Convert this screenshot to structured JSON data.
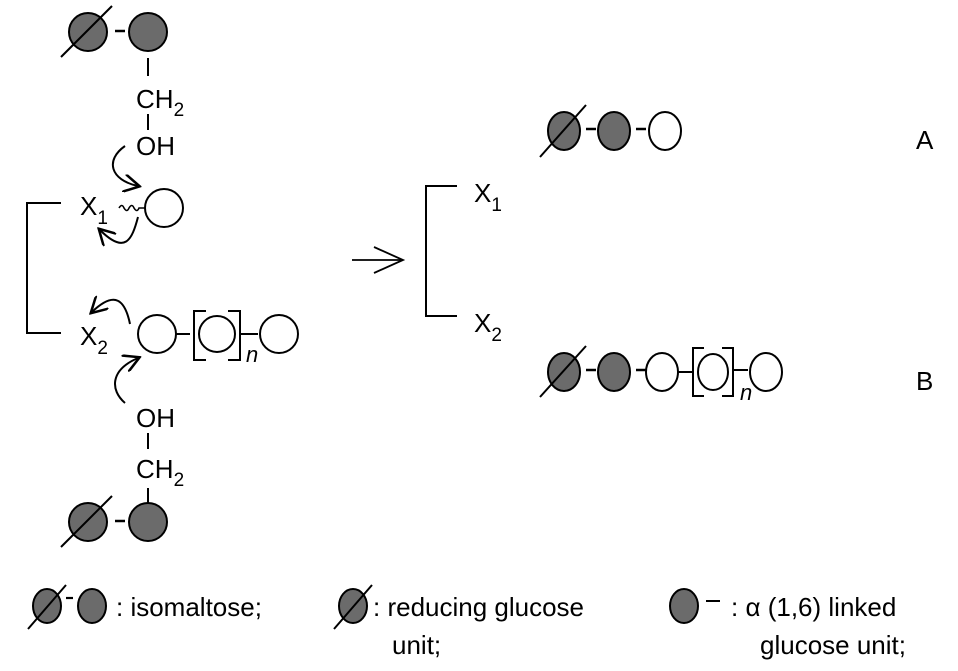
{
  "colors": {
    "filled_unit": "#6b6b6b",
    "stroke": "#000000",
    "open_unit": "#ffffff"
  },
  "left": {
    "top_donor": {
      "ch2": "CH",
      "ch2_sub": "2",
      "oh": "OH"
    },
    "bottom_donor": {
      "ch2": "CH",
      "ch2_sub": "2",
      "oh": "OH"
    },
    "x1": {
      "main": "X",
      "sub": "1"
    },
    "x2": {
      "main": "X",
      "sub": "2"
    },
    "repeat_index": "n"
  },
  "arrow_label": "→",
  "right": {
    "x1": {
      "main": "X",
      "sub": "1"
    },
    "x2": {
      "main": "X",
      "sub": "2"
    },
    "product_a_label": "A",
    "product_b_label": "B",
    "repeat_index": "n"
  },
  "legend": [
    {
      "symbol": "isomaltose-symbol",
      "text": ": isomaltose;"
    },
    {
      "symbol": "reducing-glucose-symbol",
      "text_line1": ": reducing glucose",
      "text_line2": "unit;"
    },
    {
      "symbol": "alpha-linked-glucose-symbol",
      "text_line1": ": α (1,6) linked",
      "text_line2": "glucose unit;"
    }
  ]
}
